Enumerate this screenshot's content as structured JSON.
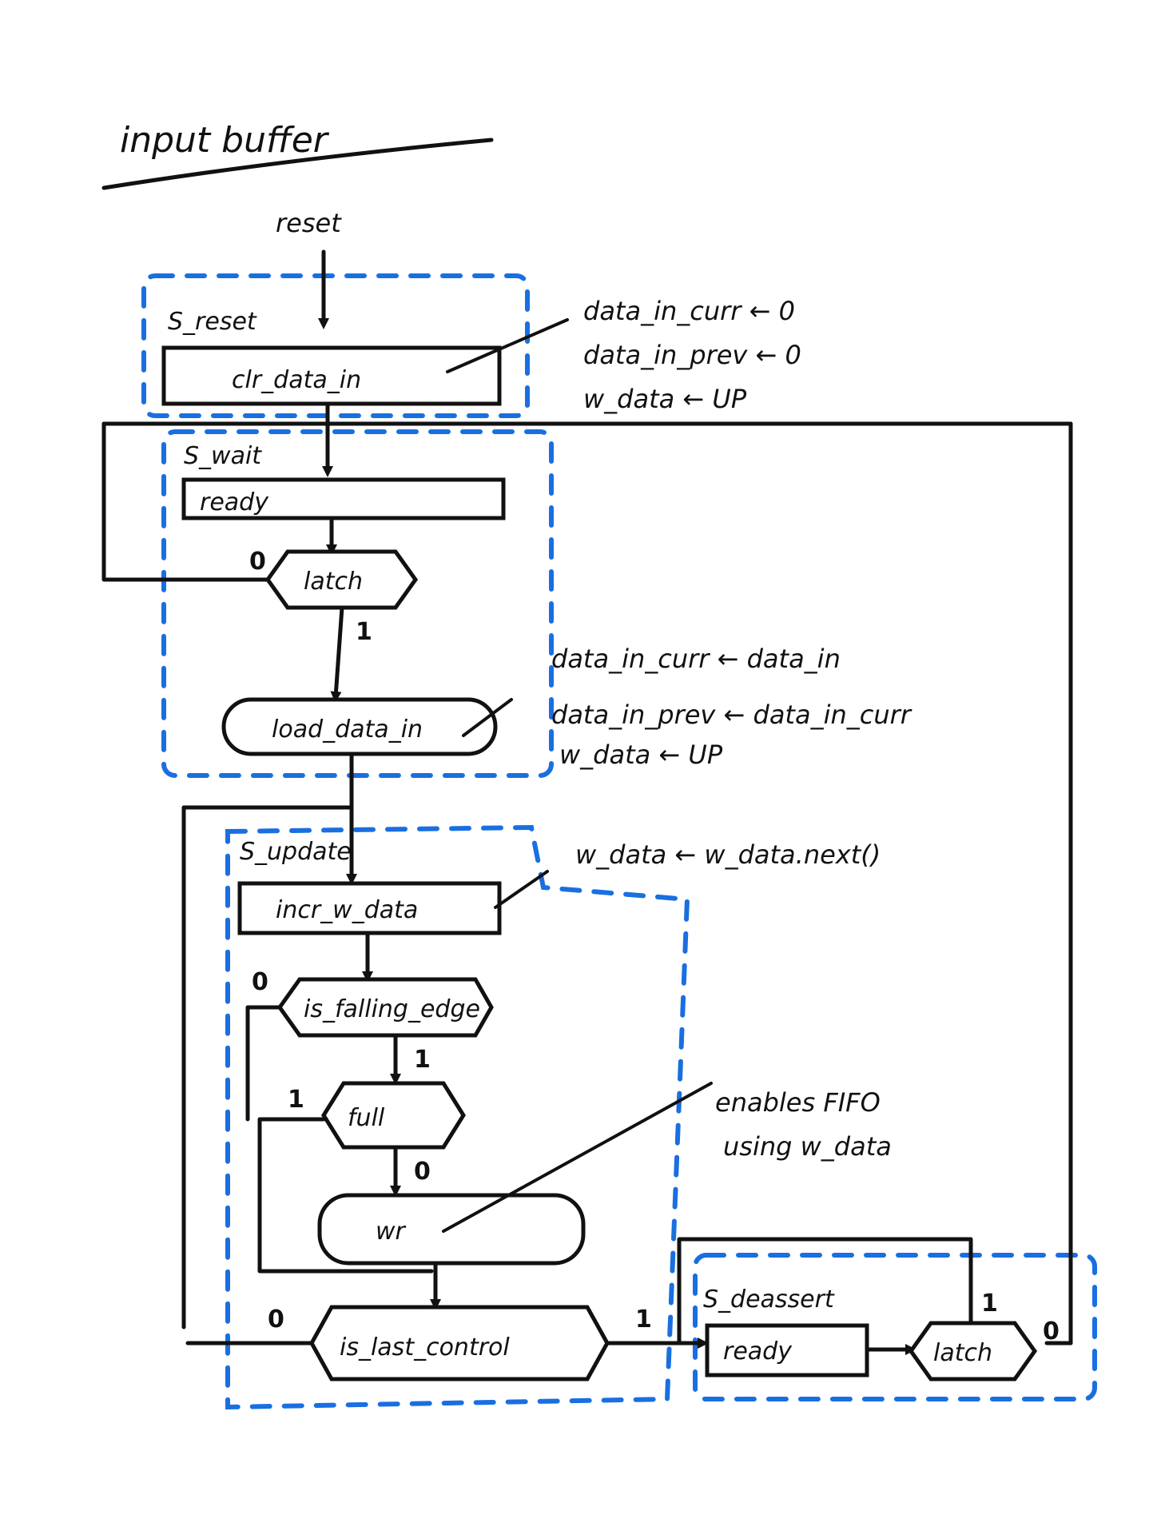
{
  "title": "input buffer",
  "entry": {
    "label": "reset"
  },
  "states": {
    "s_reset": "S_reset",
    "s_wait": "S_wait",
    "s_update": "S_update",
    "s_deassert": "S_deassert"
  },
  "actions": {
    "clr_data_in": "clr_data_in",
    "ready_1": "ready",
    "load_data_in": "load_data_in",
    "incr_w_data": "incr_w_data",
    "wr": "wr",
    "ready_2": "ready"
  },
  "decisions": {
    "latch_1": "latch",
    "is_falling_edge": "is_falling_edge",
    "full": "full",
    "is_last_control": "is_last_control",
    "latch_2": "latch"
  },
  "bits": {
    "latch1_false": "0",
    "latch1_true": "1",
    "falling_false": "0",
    "falling_true": "1",
    "full_true": "1",
    "full_false": "0",
    "last_false": "0",
    "last_true": "1",
    "latch2_true": "1",
    "latch2_false": "0"
  },
  "notes": {
    "reset_notes": [
      "data_in_curr ← 0",
      "data_in_prev ← 0",
      "w_data ← UP"
    ],
    "load_notes": [
      "data_in_curr ← data_in",
      "data_in_prev ← data_in_curr",
      "w_data ← UP"
    ],
    "incr_note": "w_data ← w_data.next()",
    "wr_notes": [
      "enables FIFO",
      "using w_data"
    ]
  },
  "colors": {
    "ink": "#111111",
    "region": "#1a6fe0"
  }
}
